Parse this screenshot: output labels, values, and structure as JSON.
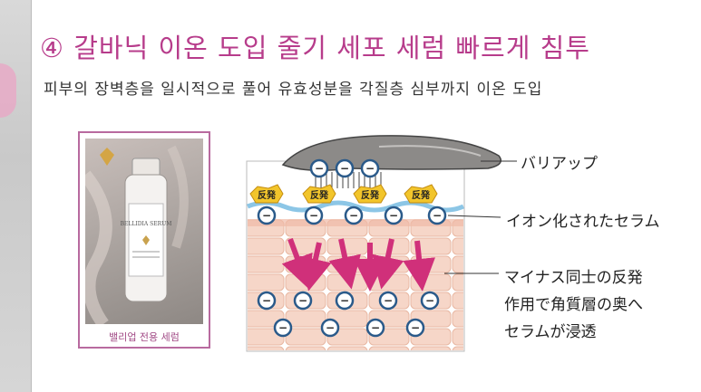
{
  "title": "④ 갈바닉 이온 도입 줄기 세포 세럼 빠르게 침투",
  "subtitle": "피부의 장벽층을 일시적으로 풀어 유효성분을 각질층 심부까지 이온 도입",
  "product": {
    "caption": "밸리업 전용 세럼",
    "bottle_text": "BELLIDIA SERUM"
  },
  "diagram": {
    "repel_badge": "反発",
    "minus_sign": "−",
    "labels": {
      "barrier_up": "バリアップ",
      "ionized_serum": "イオン化されたセラム",
      "repulsion_line1": "マイナス同士の反発",
      "repulsion_line2": "作用で角質層の奥へ",
      "repulsion_line3": "セラムが浸透"
    }
  },
  "colors": {
    "title": "#b73c8b",
    "arrow": "#d0307a",
    "ion_ring": "#2a5a8a",
    "skin": "#f3c9b8",
    "badge": "#f2c52b"
  }
}
